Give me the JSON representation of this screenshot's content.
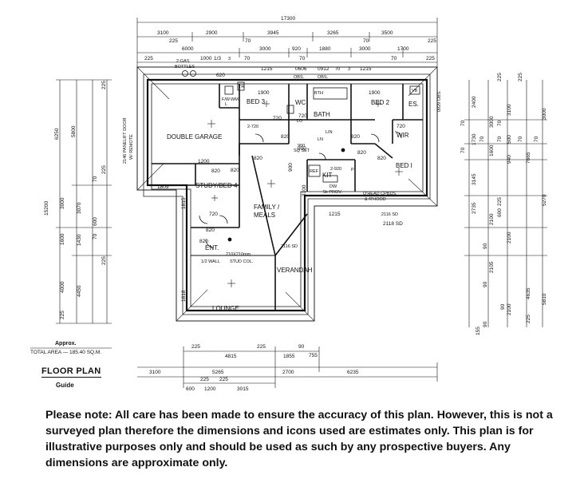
{
  "plan": {
    "rooms": [
      {
        "id": "garage",
        "label": "DOUBLE GARAGE"
      },
      {
        "id": "bed3",
        "label": "BED 3"
      },
      {
        "id": "wc",
        "label": "WC"
      },
      {
        "id": "bath",
        "label": "BATH"
      },
      {
        "id": "bed2",
        "label": "BED 2"
      },
      {
        "id": "ens",
        "label": "ES."
      },
      {
        "id": "wir",
        "label": "WIR"
      },
      {
        "id": "bed1",
        "label": "BED I"
      },
      {
        "id": "study",
        "label": "STUDY/BED 4"
      },
      {
        "id": "family",
        "label": "FAMILY /"
      },
      {
        "id": "meals",
        "label": "MEALS"
      },
      {
        "id": "kit",
        "label": "KIT"
      },
      {
        "id": "ent",
        "label": "ENT."
      },
      {
        "id": "lounge",
        "label": "LOUNGE"
      },
      {
        "id": "verandah",
        "label": "VERANDAH"
      }
    ],
    "notes": {
      "gas": "2-GAS",
      "bottles": "BOTTLES",
      "garage_door_1": "2146 PANELIFT DOOR",
      "garage_door_2": "W/ REMOTE",
      "wall": "1/2 WALL",
      "stud_col": "STUD COL.",
      "col_size": "210X210mm",
      "overhead": "O'HEAD CPBDS.",
      "rhood": "& R'HOOD",
      "dw": "DW",
      "prov": "5k PROV.",
      "sq_set": "SQ SET",
      "ln": "LN",
      "lo": "LO",
      "ref": "REF",
      "lin": "LIN",
      "fw": "F/W",
      "wm": "WM",
      "tr": "TR",
      "vb": "VB",
      "l": "L",
      "p": "P",
      "sd_1": "2116 SD",
      "sd_2": "2116 SD",
      "f2420": "2-920",
      "f2720": "2-720"
    },
    "dims": {
      "top": {
        "overall": "17300",
        "row1": [
          "3100",
          "2900",
          "3945",
          "3265",
          "3500"
        ],
        "row1b": [
          "225",
          "70",
          "70",
          "225"
        ],
        "row2": [
          "6000",
          "3000",
          "920",
          "1880",
          "3000",
          "1700"
        ],
        "row2b": [
          "225",
          "1000",
          "1/3",
          "70",
          "70",
          "70",
          "225"
        ],
        "row3": [
          "620",
          "1215",
          "0606",
          "0912",
          "1215"
        ],
        "row3b": [
          "1900",
          "1900"
        ],
        "misc": [
          "OBS.",
          "OBS.",
          "BTH",
          "70",
          "3",
          "3",
          "900"
        ]
      },
      "left": {
        "overall": "15200",
        "col1": [
          "6250",
          "3000",
          "1600",
          "4000"
        ],
        "col2": [
          "5800",
          "3070",
          "1430",
          "4450"
        ],
        "col3": [
          "225",
          "70",
          "225",
          "70",
          "225",
          "225"
        ],
        "misc": [
          "600",
          "1809",
          "1815",
          "1818"
        ]
      },
      "right": {
        "col_a": [
          "2400",
          "3000",
          "1730",
          "3145",
          "2735",
          "2105"
        ],
        "col_b": [
          "3100",
          "1600",
          "940",
          "500",
          "2100"
        ],
        "col_c": [
          "3000",
          "7665",
          "5270",
          "2100",
          "5810"
        ],
        "col_d": [
          "4635",
          "2100"
        ],
        "small": [
          "70",
          "70",
          "70",
          "70",
          "90",
          "70",
          "70",
          "70",
          "90",
          "225",
          "225",
          "90",
          "600",
          "90",
          "155",
          "225",
          "225"
        ],
        "misc": [
          "0929 OBS."
        ]
      },
      "bottom": {
        "row1": [
          "225",
          "225",
          "90"
        ],
        "row2": [
          "4815",
          "755"
        ],
        "row3": [
          "5265",
          "1855",
          "2700",
          "6235"
        ],
        "row4": [
          "3100",
          "225",
          "225"
        ],
        "row5": [
          "600",
          "1200",
          "3015"
        ]
      },
      "interior": [
        "720",
        "720",
        "720",
        "1200",
        "820",
        "820",
        "820",
        "820",
        "820",
        "820",
        "820",
        "820",
        "900",
        "900",
        "720",
        "1215",
        "2118 SD",
        "3100",
        "820"
      ]
    }
  },
  "legend": {
    "approx": "Approx.",
    "total_area": "TOTAL AREA  — 185.40 SQ.M.",
    "title": "FLOOR PLAN",
    "subtitle": "Guide"
  },
  "disclaimer": "Please note: All care has been made to ensure the accuracy of this plan. However, this is not a surveyed plan therefore the dimensions and icons used are estimates only. This plan is for illustrative purposes only and should be used as such by any prospective buyers. Any dimensions are approximate only."
}
